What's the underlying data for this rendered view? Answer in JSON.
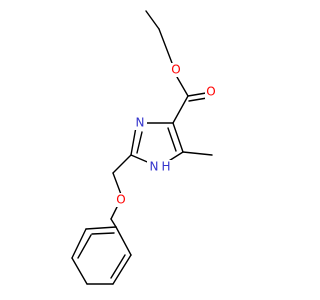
{
  "diagram": {
    "type": "skeletal-structure",
    "colors": {
      "bond": "#000000",
      "nitrogen": "#3333cc",
      "oxygen": "#ff0000",
      "background": "#ffffff"
    },
    "atom_labels": {
      "ester_carbonyl_o": "O",
      "ester_ether_o": "O",
      "ring_n3": "N",
      "ring_n1h": "N",
      "ring_n1h_h": "H",
      "benzyl_ether_o": "O"
    }
  }
}
